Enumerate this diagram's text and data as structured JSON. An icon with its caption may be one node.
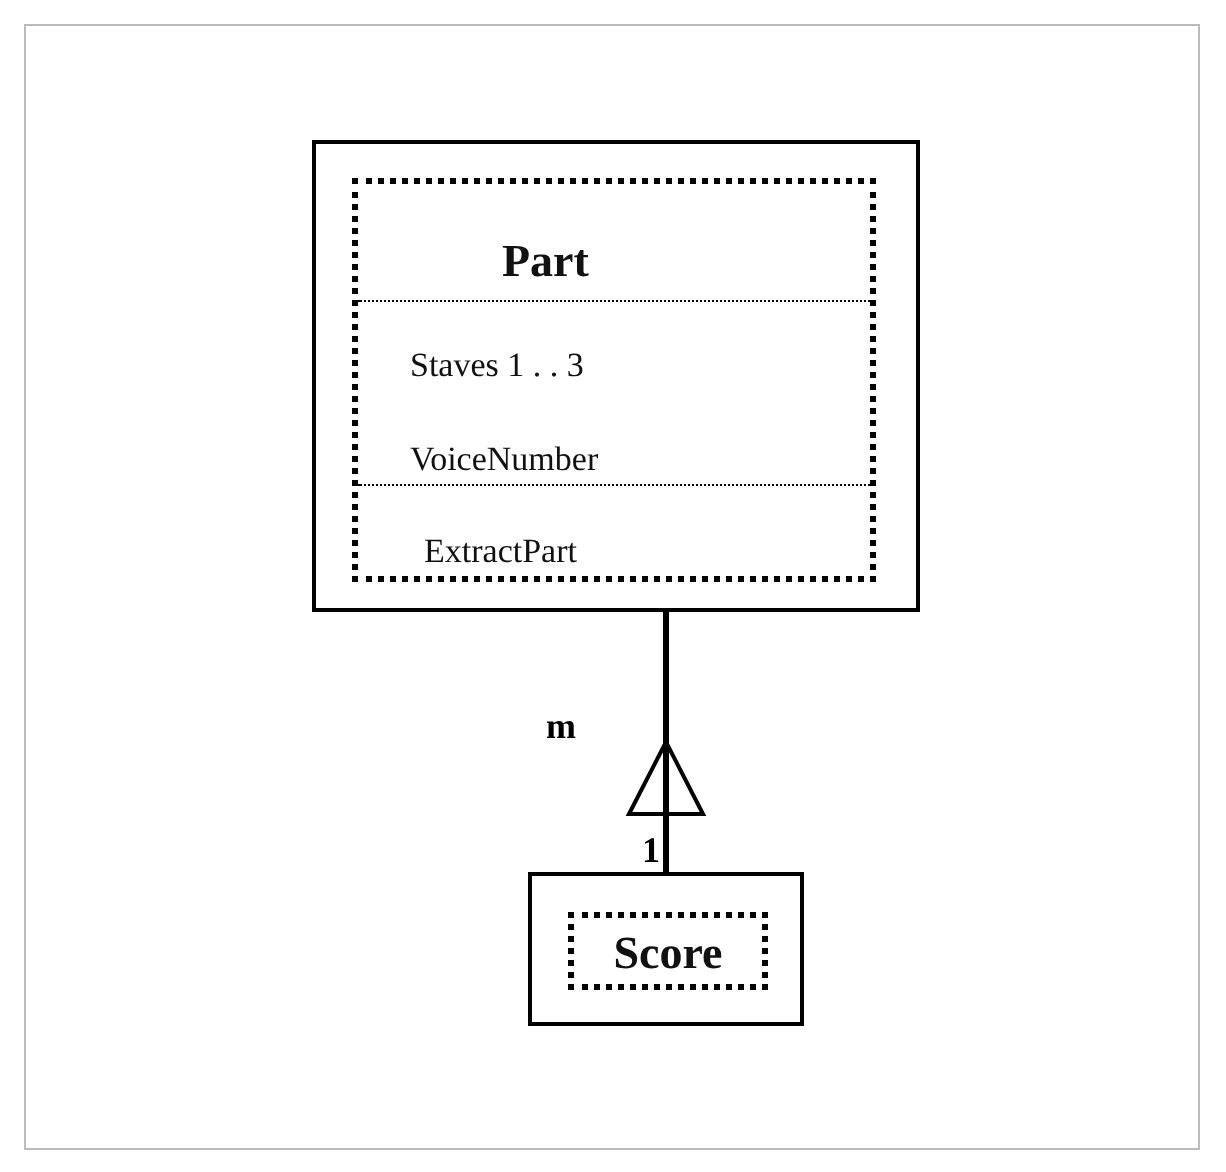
{
  "diagram": {
    "nodes": [
      {
        "text": [
          "Part",
          "Staves 1 . . 3",
          "VoiceNumber",
          "ExtractPart"
        ]
      },
      {
        "text": [
          "Score"
        ]
      }
    ],
    "edges": [
      {
        "from": 1,
        "to": 0,
        "arrow": "to"
      }
    ],
    "labels": [
      "m",
      "1"
    ]
  }
}
